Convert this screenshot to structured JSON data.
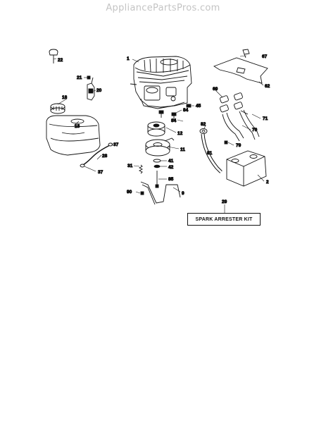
{
  "watermark": "AppliancePartsPros.com",
  "kit_label": "SPARK ARRESTER KIT",
  "part_numbers": {
    "p1": "1",
    "p2": "2",
    "p9": "9",
    "p11": "11",
    "p12": "12",
    "p15": "15",
    "p18": "18",
    "p20": "20",
    "p21": "21",
    "p22": "22",
    "p28": "28",
    "p29": "29",
    "p31": "31",
    "p37a": "37",
    "p37b": "37",
    "p41": "41",
    "p42": "42",
    "p45": "45",
    "p62": "62",
    "p67": "67",
    "p69": "69",
    "p70": "70",
    "p71": "71",
    "p79": "79",
    "p81": "81",
    "p82": "82",
    "p84a": "84",
    "p84b": "84",
    "p85": "85",
    "p90": "90"
  }
}
